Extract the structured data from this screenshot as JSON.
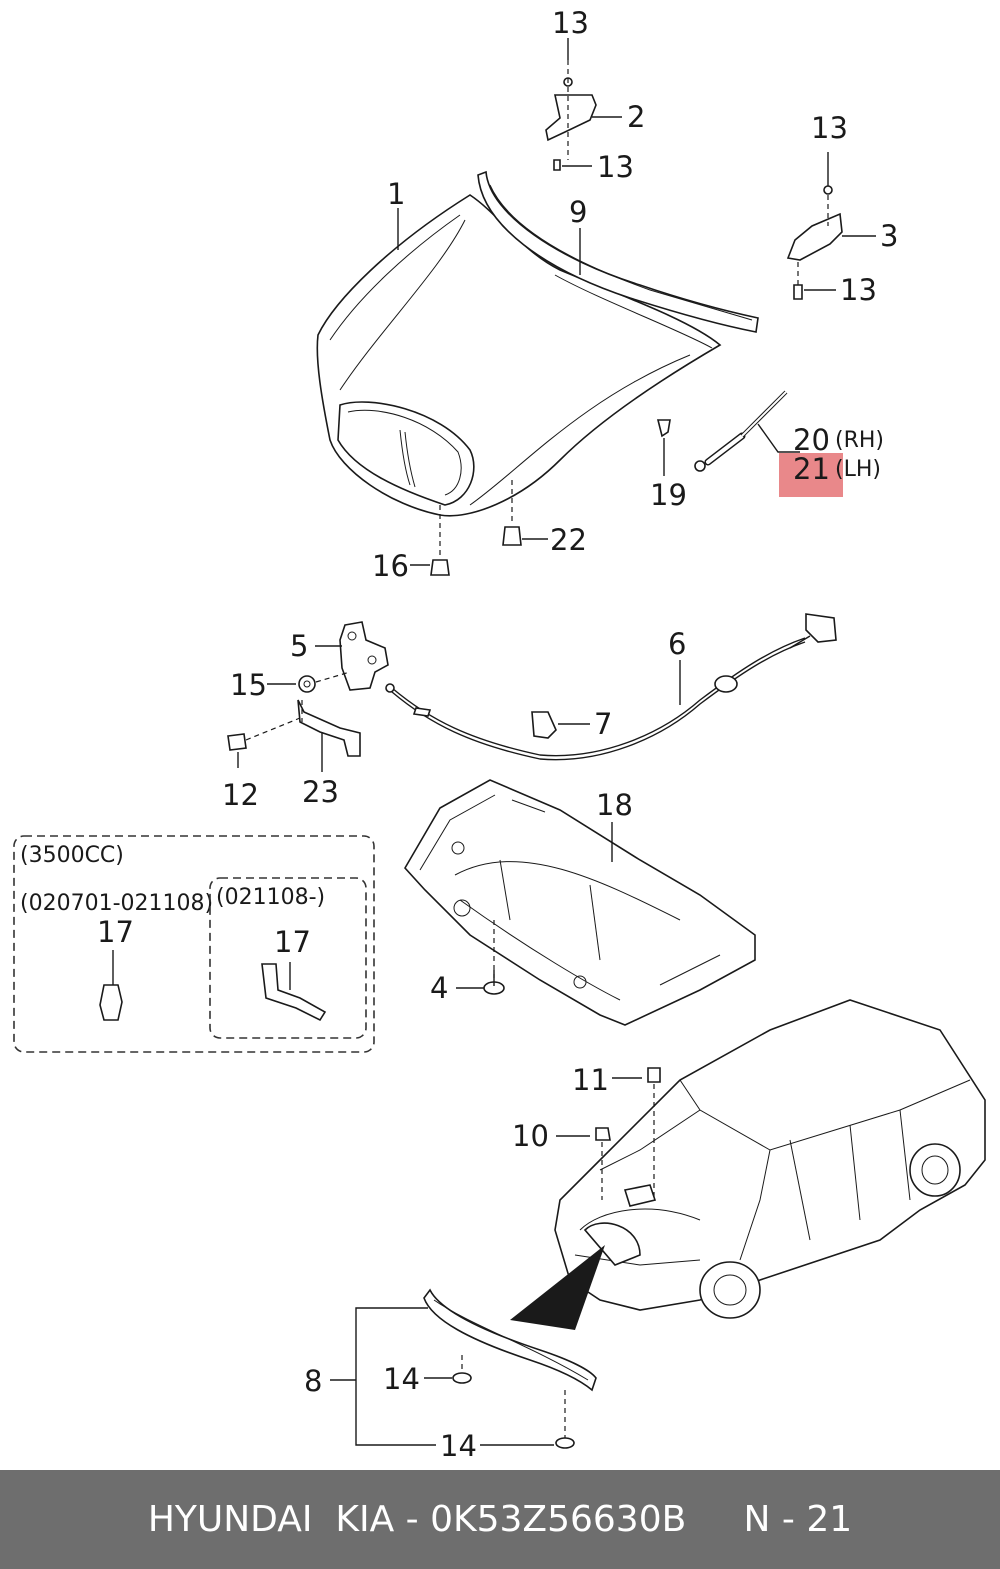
{
  "colors": {
    "highlight": "#e9888a",
    "footer_bg": "#6e6e6e",
    "footer_text": "#ffffff",
    "ink": "#1a1a1a"
  },
  "labels": {
    "p1": "1",
    "p2": "2",
    "p3": "3",
    "p4": "4",
    "p5": "5",
    "p6": "6",
    "p7": "7",
    "p8": "8",
    "p9": "9",
    "p10": "10",
    "p11": "11",
    "p12": "12",
    "p13_a": "13",
    "p13_b": "13",
    "p13_c": "13",
    "p13_d": "13",
    "p14_a": "14",
    "p14_b": "14",
    "p15": "15",
    "p16": "16",
    "p17_a": "17",
    "p17_b": "17",
    "p18": "18",
    "p19": "19",
    "p20": "20",
    "p21": "21",
    "p22": "22",
    "p23": "23",
    "rh": "(RH)",
    "lh": "(LH)"
  },
  "variants": {
    "engine": "(3500CC)",
    "range_a": "(020701-021108)",
    "range_b": "(021108-)"
  },
  "footer": {
    "text": "HYUNDAI  KIA - 0K53Z56630B     N - 21"
  }
}
